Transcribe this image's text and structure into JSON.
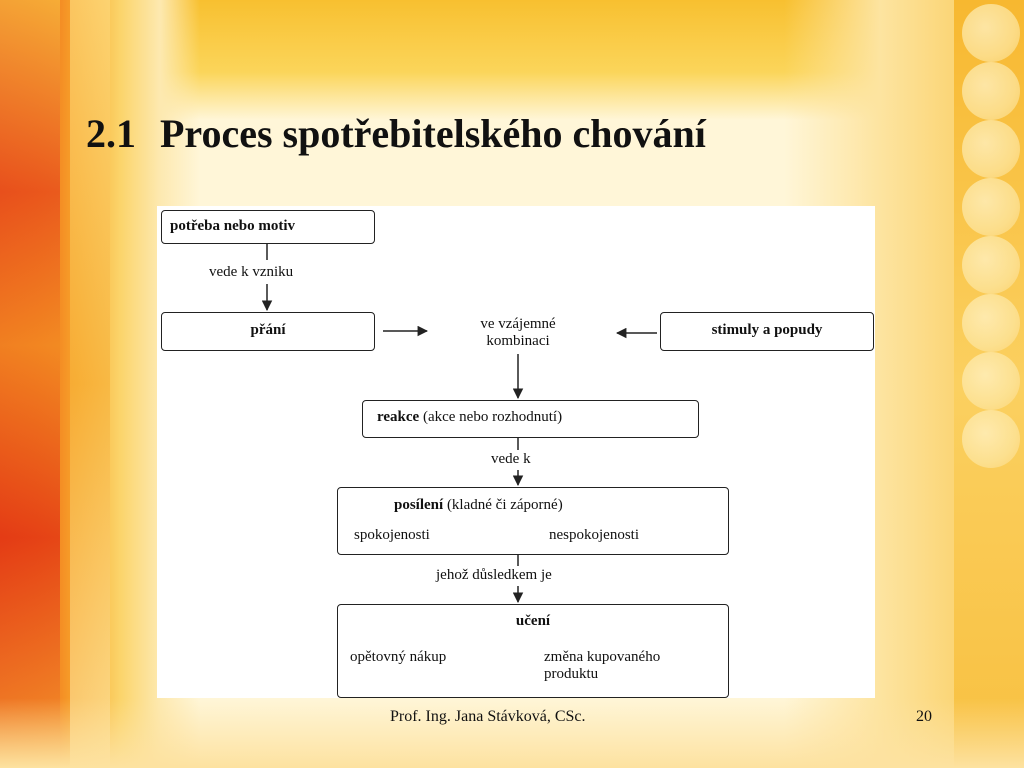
{
  "slide": {
    "number": "2.1",
    "title": "Proces spotřebitelského chování",
    "author": "Prof. Ing. Jana Stávková, CSc.",
    "page": "20"
  },
  "diagram": {
    "need": "potřeba nebo motiv",
    "label_leads_to_origin": "vede k vzniku",
    "wish": "přání",
    "combination_line1": "ve vzájemné",
    "combination_line2": "kombinaci",
    "stimuli": "stimuly a popudy",
    "reaction_bold": "reakce",
    "reaction_rest": " (akce nebo rozhodnutí)",
    "label_leads_to": "vede k",
    "reinforcement_bold": "posílení",
    "reinforcement_rest": " (kladné či záporné)",
    "satisfaction": "spokojenosti",
    "dissatisfaction": "nespokojenosti",
    "label_consequence": "jehož důsledkem je",
    "learning": "učení",
    "repeat_purchase": "opětovný nákup",
    "change_line1": "změna kupovaného",
    "change_line2": "produktu"
  },
  "colors": {
    "accent_orange": "#f06a1c",
    "accent_yellow": "#f8c030"
  }
}
